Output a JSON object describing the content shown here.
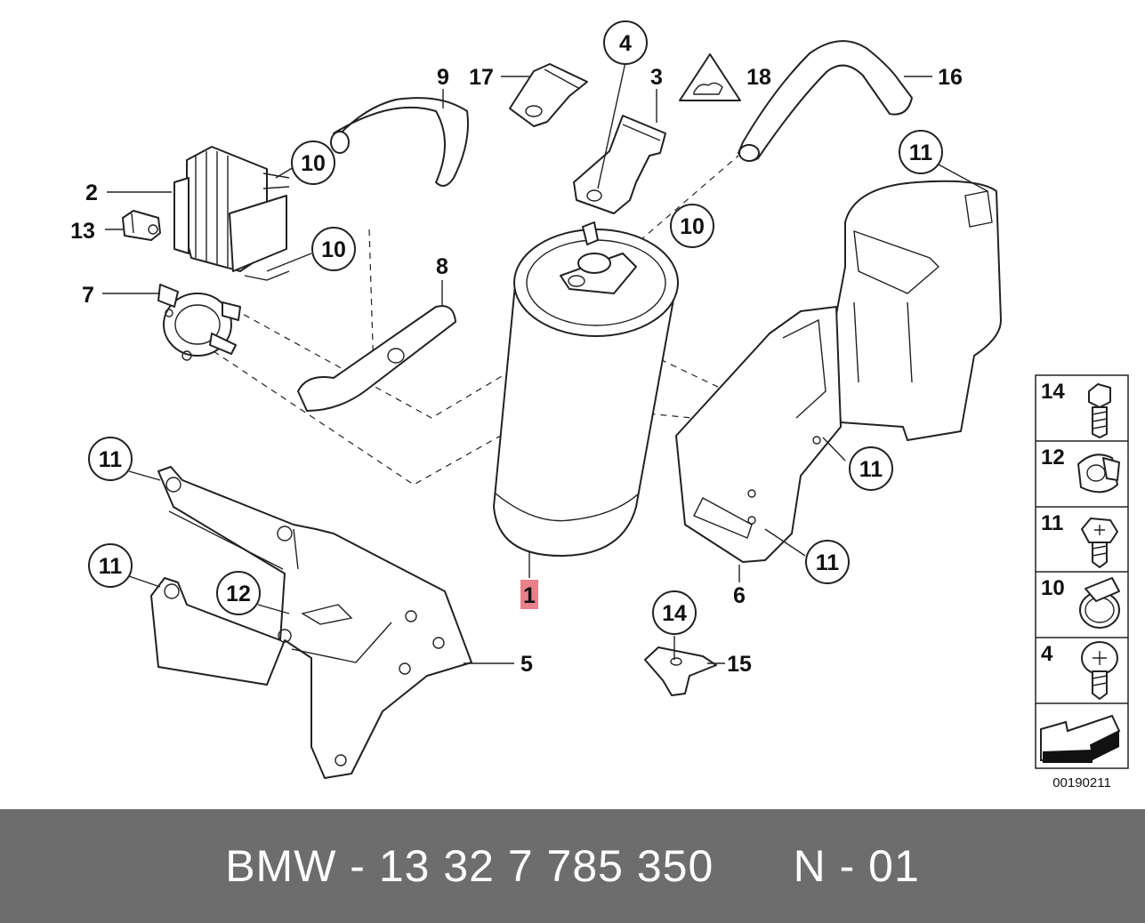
{
  "callouts": {
    "c1": "1",
    "c2": "2",
    "c3": "3",
    "c4": "4",
    "c5": "5",
    "c6": "6",
    "c7": "7",
    "c8": "8",
    "c9": "9",
    "c10a": "10",
    "c10b": "10",
    "c10c": "10",
    "c11a": "11",
    "c11b": "11",
    "c11c": "11",
    "c11d": "11",
    "c11e": "11",
    "c12": "12",
    "c13": "13",
    "c14": "14",
    "c15": "15",
    "c16": "16",
    "c17": "17",
    "c18": "18"
  },
  "sidebar": {
    "items": [
      {
        "number": "14",
        "icon": "hex-bolt-icon"
      },
      {
        "number": "12",
        "icon": "clip-nut-icon"
      },
      {
        "number": "11",
        "icon": "torx-screw-icon"
      },
      {
        "number": "10",
        "icon": "hose-clamp-icon"
      },
      {
        "number": "4",
        "icon": "torx-bolt-icon"
      },
      {
        "number": "",
        "icon": "arrow-icon"
      }
    ],
    "code": "00190211"
  },
  "footer": {
    "part_number": "BMW - 13 32 7 785 350",
    "position": "N - 01"
  },
  "colors": {
    "highlight": "#e8808a",
    "footer_bg": "#6d6d6d"
  }
}
